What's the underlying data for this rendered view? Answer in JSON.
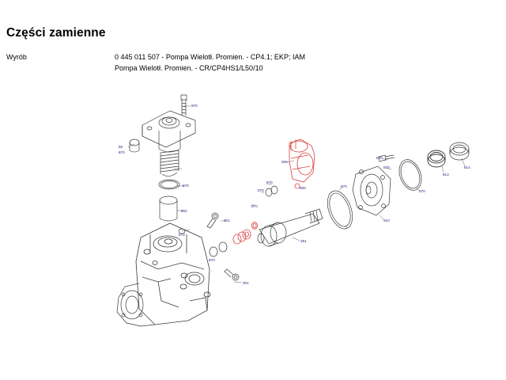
{
  "document": {
    "title": "Części zamienne",
    "product_label": "Wyrób",
    "product_line1": "0 445 011 507 - Pompa Wielotł. Promien. - CP4.1; EKP; IAM",
    "product_line2": "Pompa Wielotł. Promien. - CR/CP4HS1/L50/10"
  },
  "callouts": [
    {
      "id": "c870a",
      "text": "870"
    },
    {
      "id": "c55",
      "text": "55"
    },
    {
      "id": "c870b",
      "text": "870"
    },
    {
      "id": "c870c",
      "text": "870"
    },
    {
      "id": "c802",
      "text": "802"
    },
    {
      "id": "c301a",
      "text": "301"
    },
    {
      "id": "c870d",
      "text": "870"
    },
    {
      "id": "c870e",
      "text": "870"
    },
    {
      "id": "c301b",
      "text": "301"
    },
    {
      "id": "c006",
      "text": "006"
    },
    {
      "id": "c870f",
      "text": "870"
    },
    {
      "id": "c870g",
      "text": "870"
    },
    {
      "id": "c870h",
      "text": "870"
    },
    {
      "id": "c800",
      "text": "800"
    },
    {
      "id": "c281",
      "text": "281"
    },
    {
      "id": "c870i",
      "text": "870"
    },
    {
      "id": "c870j",
      "text": "870"
    },
    {
      "id": "c910",
      "text": "910"
    },
    {
      "id": "c870k",
      "text": "870"
    },
    {
      "id": "c870l",
      "text": "870"
    },
    {
      "id": "c813",
      "text": "813"
    },
    {
      "id": "c814",
      "text": "814"
    }
  ],
  "colors": {
    "line": "#3a3a3a",
    "highlight": "#d94040",
    "callout_text": "#1a1a80"
  }
}
